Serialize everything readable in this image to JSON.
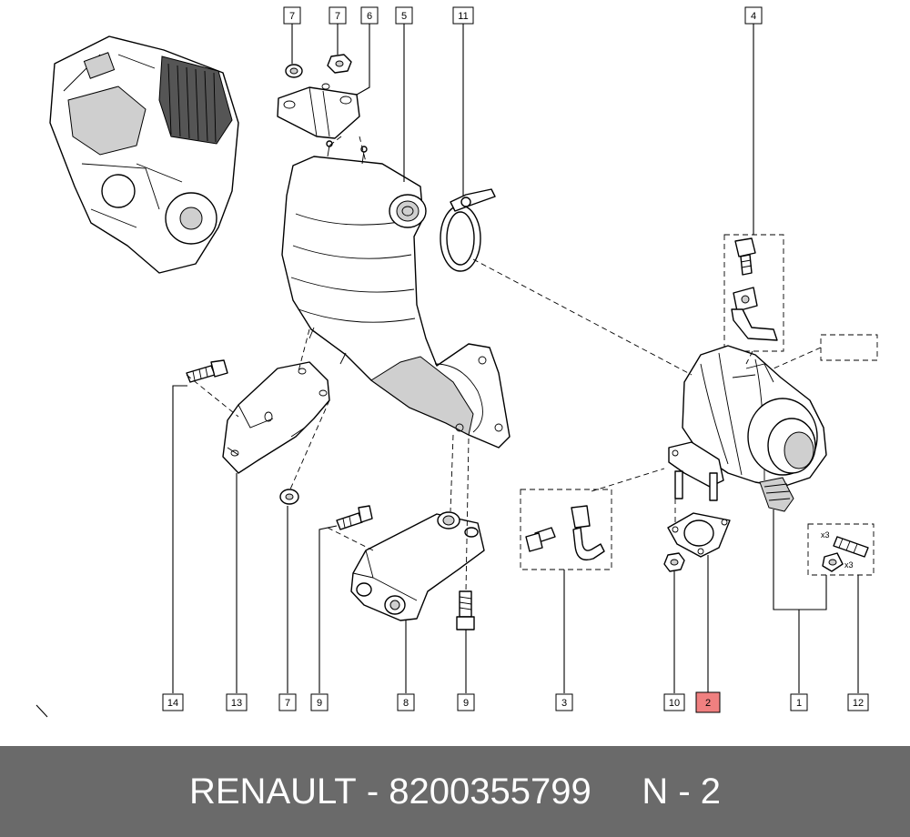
{
  "callouts": [
    {
      "id": "callout-7-top-a",
      "label": "7",
      "highlight": false
    },
    {
      "id": "callout-7-top-b",
      "label": "7",
      "highlight": false
    },
    {
      "id": "callout-6",
      "label": "6",
      "highlight": false
    },
    {
      "id": "callout-5",
      "label": "5",
      "highlight": false
    },
    {
      "id": "callout-11",
      "label": "11",
      "highlight": false
    },
    {
      "id": "callout-4",
      "label": "4",
      "highlight": false
    },
    {
      "id": "callout-14",
      "label": "14",
      "highlight": false
    },
    {
      "id": "callout-13",
      "label": "13",
      "highlight": false
    },
    {
      "id": "callout-7-bottom",
      "label": "7",
      "highlight": false
    },
    {
      "id": "callout-9-left",
      "label": "9",
      "highlight": false
    },
    {
      "id": "callout-8",
      "label": "8",
      "highlight": false
    },
    {
      "id": "callout-9-right",
      "label": "9",
      "highlight": false
    },
    {
      "id": "callout-3",
      "label": "3",
      "highlight": false
    },
    {
      "id": "callout-10",
      "label": "10",
      "highlight": false
    },
    {
      "id": "callout-2",
      "label": "2",
      "highlight": true
    },
    {
      "id": "callout-1",
      "label": "1",
      "highlight": false
    },
    {
      "id": "callout-12",
      "label": "12",
      "highlight": false
    }
  ],
  "quantity_marks": {
    "studs": "x3",
    "nuts": "x3"
  },
  "colors": {
    "highlight": "#f08080",
    "footer_bg": "#6a6a6a",
    "footer_text": "#ffffff"
  },
  "footer": {
    "brand": "RENAULT",
    "separator": " - ",
    "part_number": "8200355799",
    "page_label": "N - 2"
  }
}
